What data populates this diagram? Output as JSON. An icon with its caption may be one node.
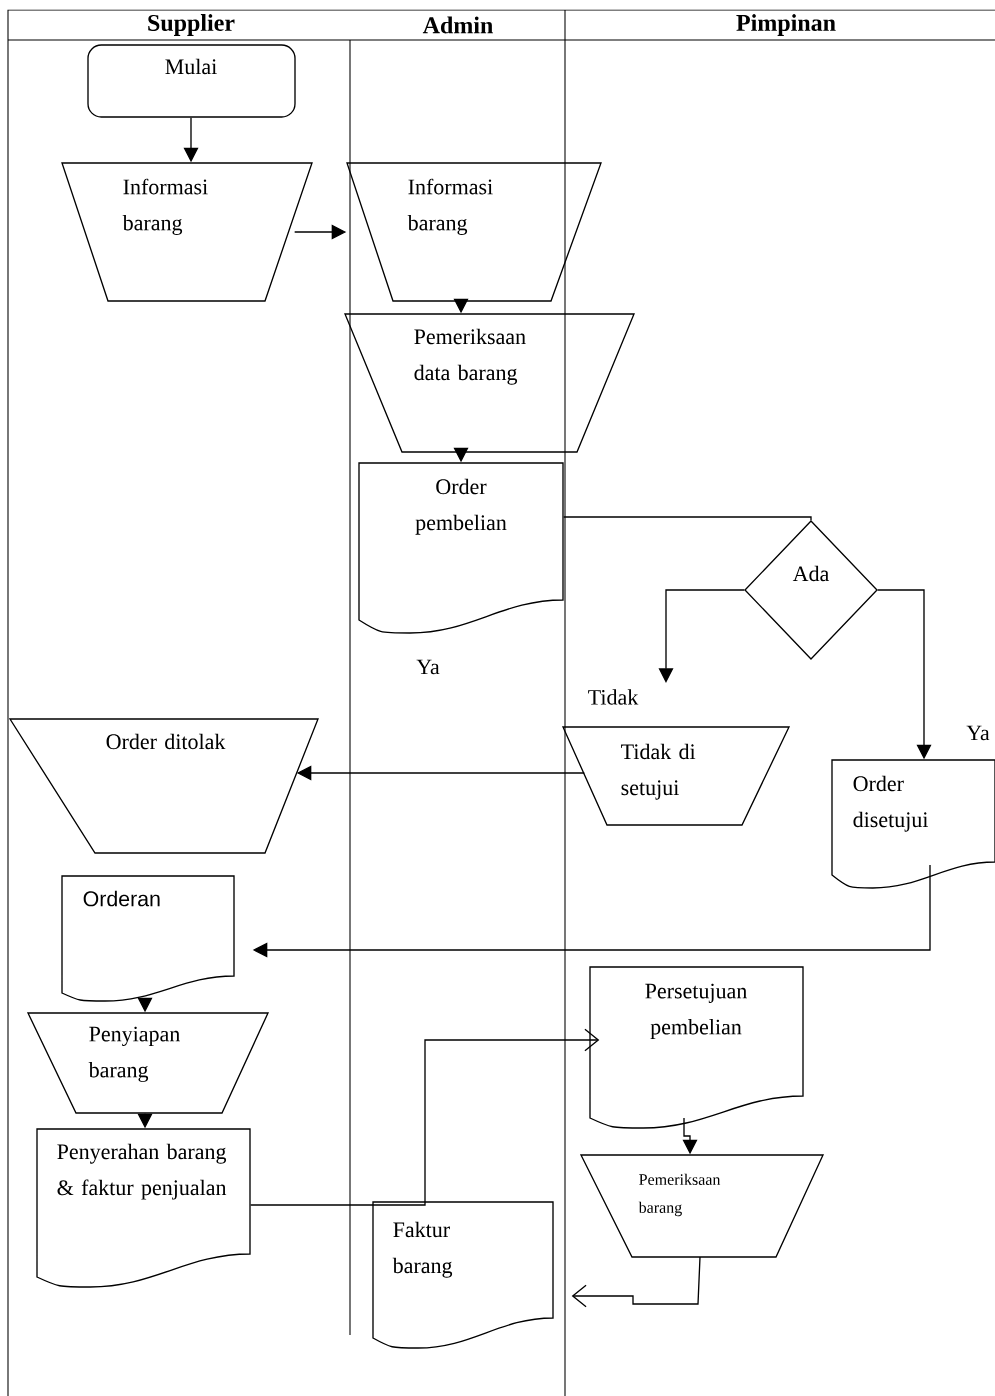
{
  "diagram": {
    "nodes": [
      {
        "text": [
          "Mulai"
        ]
      },
      {
        "text": [
          "Informasi barang"
        ]
      },
      {
        "text": [
          "Informasi barang"
        ]
      },
      {
        "text": [
          "Pemeriksaan data barang"
        ]
      },
      {
        "text": [
          "Order pembelian"
        ]
      },
      {
        "text": [
          "Ada"
        ]
      },
      {
        "text": [
          "Tidak di setujui"
        ]
      },
      {
        "text": [
          "Order disetujui"
        ]
      },
      {
        "text": [
          "Order ditolak"
        ]
      },
      {
        "text": [
          "Orderan"
        ]
      },
      {
        "text": [
          "Penyiapan barang"
        ]
      },
      {
        "text": [
          "Penyerahan barang & faktur penjualan"
        ]
      },
      {
        "text": [
          "Faktur barang"
        ]
      },
      {
        "text": [
          "Persetujuan pembelian"
        ]
      },
      {
        "text": [
          "Pemeriksaan barang"
        ]
      }
    ],
    "edges": [
      {
        "from": 0,
        "to": 1,
        "arrow": "to"
      },
      {
        "from": 1,
        "to": 2,
        "arrow": "to"
      },
      {
        "from": 2,
        "to": 3,
        "arrow": "to"
      },
      {
        "from": 3,
        "to": 4,
        "arrow": "to"
      },
      {
        "from": 4,
        "to": 5,
        "arrow": "none"
      },
      {
        "from": 5,
        "to": 6,
        "arrow": "to",
        "label": "Tidak"
      },
      {
        "from": 5,
        "to": 7,
        "arrow": "to",
        "label": "Ya"
      },
      {
        "from": 6,
        "to": 8,
        "arrow": "to"
      },
      {
        "from": 7,
        "to": 9,
        "arrow": "to"
      },
      {
        "from": 9,
        "to": 10,
        "arrow": "to"
      },
      {
        "from": 10,
        "to": 11,
        "arrow": "to"
      },
      {
        "from": 11,
        "to": 13,
        "arrow": "to"
      },
      {
        "from": 13,
        "to": 14,
        "arrow": "to"
      },
      {
        "from": 14,
        "to": 12,
        "arrow": "to"
      }
    ],
    "labels": [
      "Supplier",
      "Admin",
      "Pimpinan",
      "Ya"
    ]
  }
}
